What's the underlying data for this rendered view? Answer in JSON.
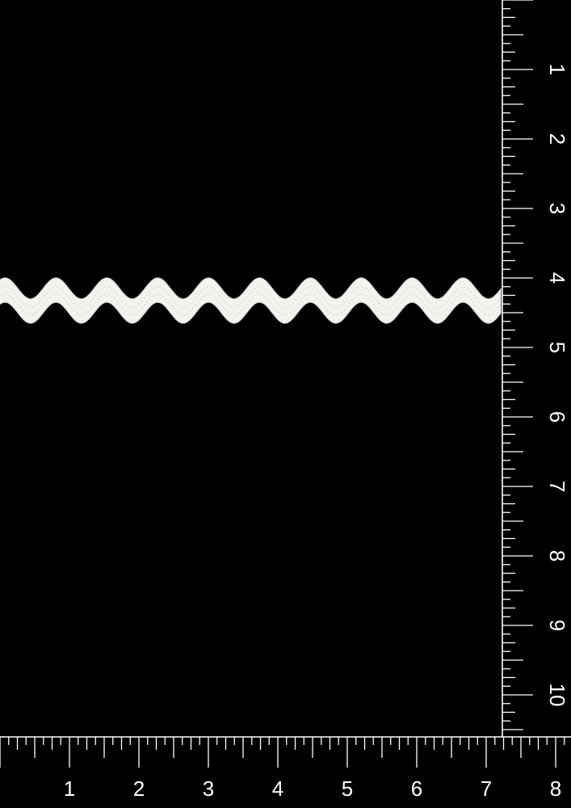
{
  "photo": {
    "background_color": "#000000",
    "subject": "ric-rac-trim",
    "trim_color": "#f1f3ef",
    "ruler_color": "#ffffff"
  },
  "vertical_ruler": {
    "unit": "inch",
    "subdivisions_per_unit": 8,
    "labels": [
      "1",
      "2",
      "3",
      "4",
      "5",
      "6",
      "7",
      "8",
      "9",
      "10"
    ]
  },
  "horizontal_ruler": {
    "unit": "inch",
    "subdivisions_per_unit": 8,
    "labels": [
      "1",
      "2",
      "3",
      "4",
      "5",
      "6",
      "7",
      "8"
    ]
  }
}
